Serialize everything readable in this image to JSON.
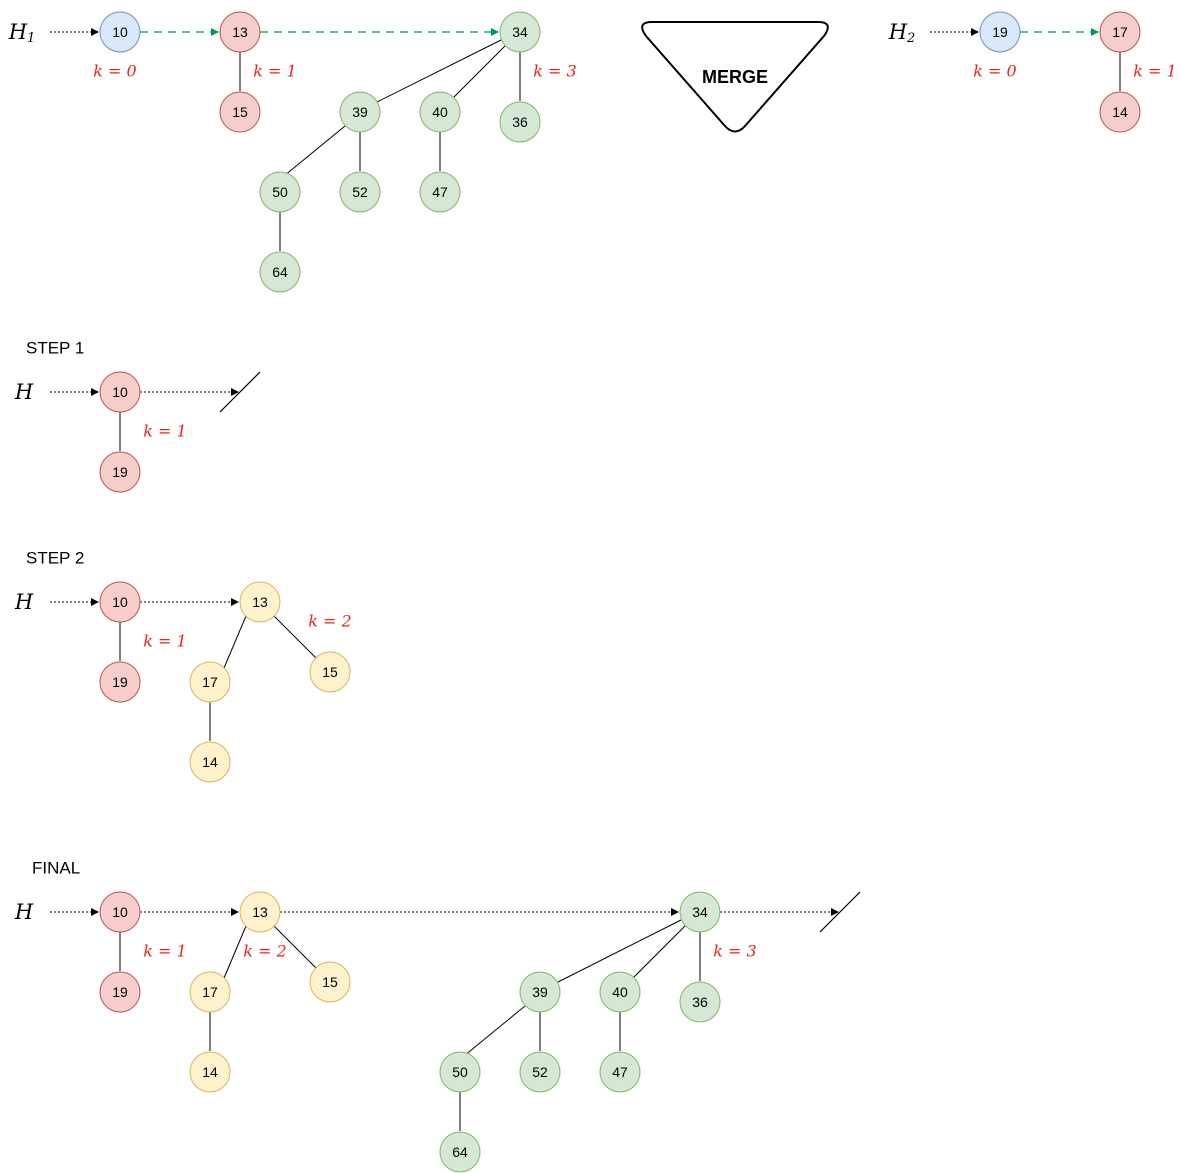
{
  "colors": {
    "blue_fill": "#dae8fc",
    "blue_stroke": "#6c8ebf",
    "red_fill": "#f8cecc",
    "red_stroke": "#b85450",
    "green_fill": "#d5e8d4",
    "green_stroke": "#82b366",
    "yellow_fill": "#fff2cc",
    "yellow_stroke": "#d6b656",
    "k_label": "#E6261F",
    "pointer_green": "#00994C"
  },
  "labels": {
    "h1": "H",
    "h1_sub": "1",
    "h2": "H",
    "h2_sub": "2",
    "step1_h": "H",
    "step2_h": "H",
    "final_h": "H",
    "merge": "MERGE",
    "step1_title": "STEP 1",
    "step2_title": "STEP 2",
    "final_title": "FINAL"
  },
  "h1": {
    "k_labels": [
      "k = 0",
      "k = 1",
      "k = 3"
    ],
    "nodes": [
      "10",
      "13",
      "15",
      "34",
      "39",
      "40",
      "36",
      "50",
      "52",
      "47",
      "64"
    ]
  },
  "h2": {
    "k_labels": [
      "k = 0",
      "k = 1"
    ],
    "nodes": [
      "19",
      "17",
      "14"
    ]
  },
  "step1": {
    "k_labels": [
      "k = 1"
    ],
    "nodes": [
      "10",
      "19"
    ]
  },
  "step2": {
    "k_labels": [
      "k = 1",
      "k = 2"
    ],
    "nodes": [
      "10",
      "19",
      "13",
      "17",
      "15",
      "14"
    ]
  },
  "final": {
    "k_labels": [
      "k = 1",
      "k = 2",
      "k = 3"
    ],
    "nodes": [
      "10",
      "19",
      "13",
      "17",
      "15",
      "14",
      "34",
      "39",
      "40",
      "36",
      "50",
      "52",
      "47",
      "64"
    ]
  }
}
